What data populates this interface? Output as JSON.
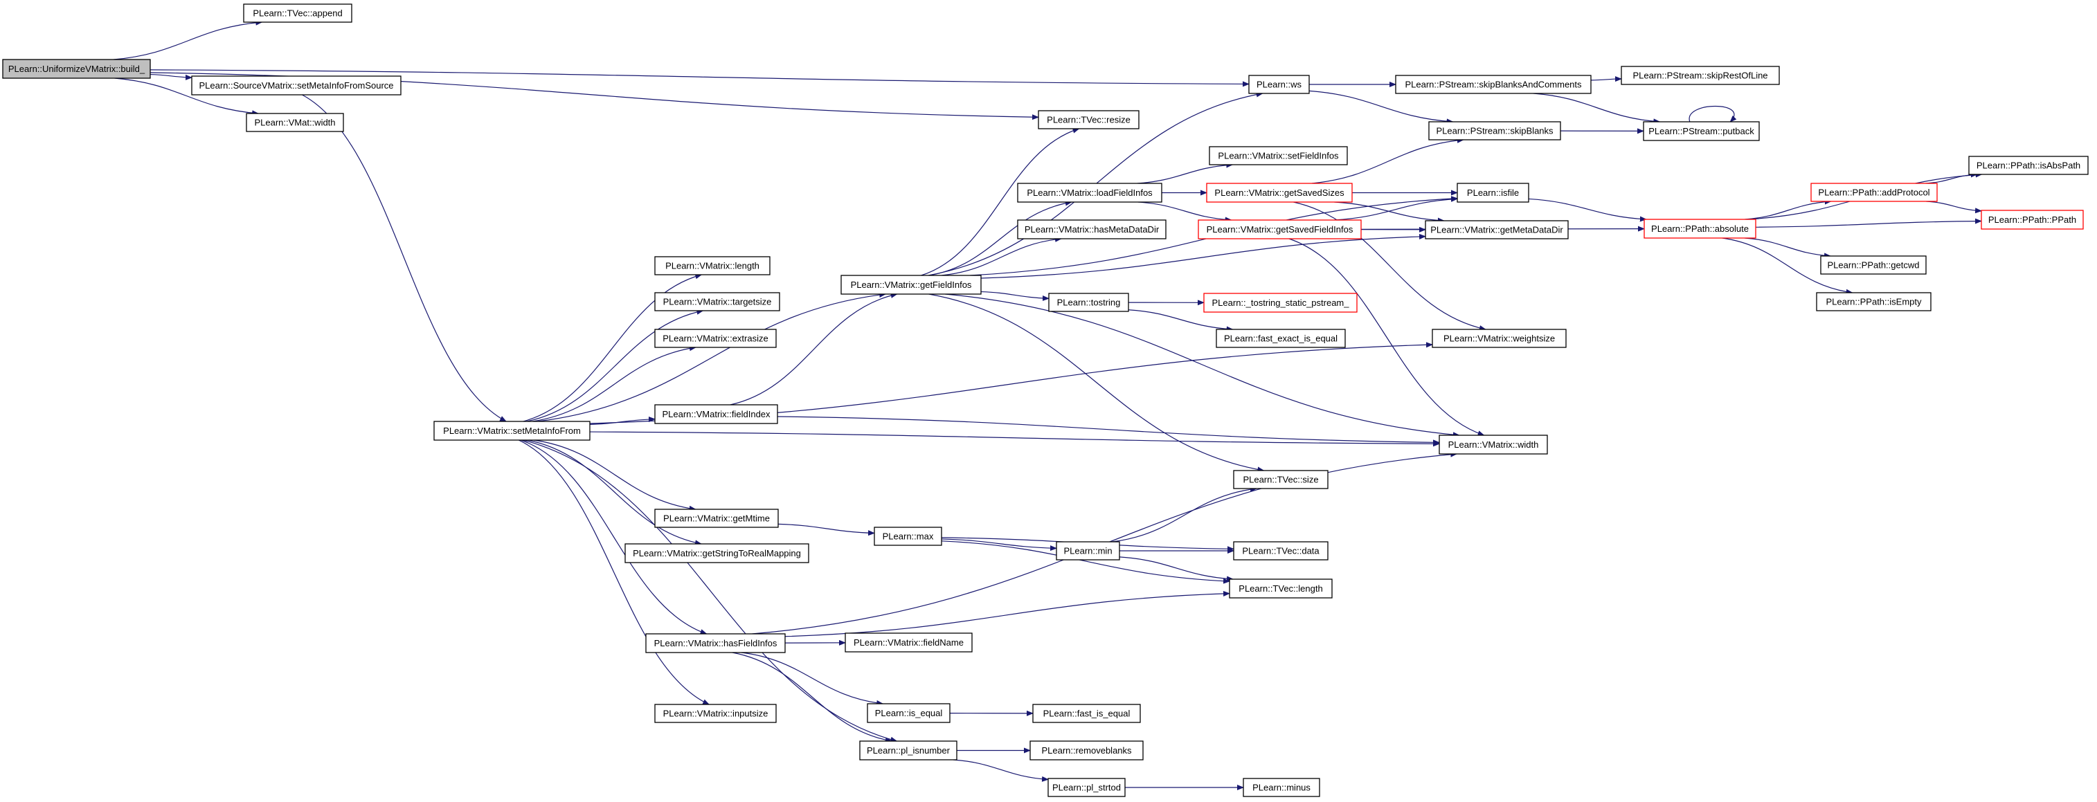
{
  "diagram": {
    "title": "",
    "edge_color": "#191970",
    "root_fill": "#bfbfbf",
    "normal_border": "#000000",
    "truncated_border": "#ff0000",
    "nodes": [
      {
        "id": "build",
        "label": "PLearn::UniformizeVMatrix::build_",
        "style": "root"
      },
      {
        "id": "tvec_append",
        "label": "PLearn::TVec::append",
        "style": "normal"
      },
      {
        "id": "smi_source",
        "label": "PLearn::SourceVMatrix::setMetaInfoFromSource",
        "style": "normal"
      },
      {
        "id": "vmat_width",
        "label": "PLearn::VMat::width",
        "style": "normal"
      },
      {
        "id": "smi_from",
        "label": "PLearn::VMatrix::setMetaInfoFrom",
        "style": "normal"
      },
      {
        "id": "vm_length",
        "label": "PLearn::VMatrix::length",
        "style": "normal"
      },
      {
        "id": "vm_targetsize",
        "label": "PLearn::VMatrix::targetsize",
        "style": "normal"
      },
      {
        "id": "vm_extrasize",
        "label": "PLearn::VMatrix::extrasize",
        "style": "normal"
      },
      {
        "id": "vm_fieldindex",
        "label": "PLearn::VMatrix::fieldIndex",
        "style": "normal"
      },
      {
        "id": "vm_getmtime",
        "label": "PLearn::VMatrix::getMtime",
        "style": "normal"
      },
      {
        "id": "vm_getstrmap",
        "label": "PLearn::VMatrix::getStringToRealMapping",
        "style": "normal"
      },
      {
        "id": "vm_hasfieldinfos",
        "label": "PLearn::VMatrix::hasFieldInfos",
        "style": "normal"
      },
      {
        "id": "vm_inputsize",
        "label": "PLearn::VMatrix::inputsize",
        "style": "normal"
      },
      {
        "id": "vm_getfieldinfos",
        "label": "PLearn::VMatrix::getFieldInfos",
        "style": "normal"
      },
      {
        "id": "tvec_resize",
        "label": "PLearn::TVec::resize",
        "style": "normal"
      },
      {
        "id": "ws",
        "label": "PLearn::ws",
        "style": "normal"
      },
      {
        "id": "vm_loadfieldinfos",
        "label": "PLearn::VMatrix::loadFieldInfos",
        "style": "normal"
      },
      {
        "id": "vm_hasmetadatadir",
        "label": "PLearn::VMatrix::hasMetaDataDir",
        "style": "normal"
      },
      {
        "id": "tostring",
        "label": "PLearn::tostring",
        "style": "normal"
      },
      {
        "id": "vm_setfieldinfos",
        "label": "PLearn::VMatrix::setFieldInfos",
        "style": "normal"
      },
      {
        "id": "vm_getsavedsizes",
        "label": "PLearn::VMatrix::getSavedSizes",
        "style": "truncated"
      },
      {
        "id": "vm_getsavedfieldinfos",
        "label": "PLearn::VMatrix::getSavedFieldInfos",
        "style": "truncated"
      },
      {
        "id": "tostring_static",
        "label": "PLearn::_tostring_static_pstream_",
        "style": "truncated"
      },
      {
        "id": "fast_exact_is_equal",
        "label": "PLearn::fast_exact_is_equal",
        "style": "normal"
      },
      {
        "id": "ps_skipblanksandcomments",
        "label": "PLearn::PStream::skipBlanksAndComments",
        "style": "normal"
      },
      {
        "id": "ps_skipblanks",
        "label": "PLearn::PStream::skipBlanks",
        "style": "normal"
      },
      {
        "id": "isfile",
        "label": "PLearn::isfile",
        "style": "normal"
      },
      {
        "id": "vm_getmetadatadir",
        "label": "PLearn::VMatrix::getMetaDataDir",
        "style": "normal"
      },
      {
        "id": "vm_weightsize",
        "label": "PLearn::VMatrix::weightsize",
        "style": "normal"
      },
      {
        "id": "vm_width",
        "label": "PLearn::VMatrix::width",
        "style": "normal"
      },
      {
        "id": "tvec_size",
        "label": "PLearn::TVec::size",
        "style": "normal"
      },
      {
        "id": "max",
        "label": "PLearn::max",
        "style": "normal"
      },
      {
        "id": "min",
        "label": "PLearn::min",
        "style": "normal"
      },
      {
        "id": "tvec_data",
        "label": "PLearn::TVec::data",
        "style": "normal"
      },
      {
        "id": "tvec_length",
        "label": "PLearn::TVec::length",
        "style": "normal"
      },
      {
        "id": "vm_fieldname",
        "label": "PLearn::VMatrix::fieldName",
        "style": "normal"
      },
      {
        "id": "is_equal",
        "label": "PLearn::is_equal",
        "style": "normal"
      },
      {
        "id": "fast_is_equal",
        "label": "PLearn::fast_is_equal",
        "style": "normal"
      },
      {
        "id": "pl_isnumber",
        "label": "PLearn::pl_isnumber",
        "style": "normal"
      },
      {
        "id": "removeblanks",
        "label": "PLearn::removeblanks",
        "style": "normal"
      },
      {
        "id": "pl_strtod",
        "label": "PLearn::pl_strtod",
        "style": "normal"
      },
      {
        "id": "minus",
        "label": "PLearn::minus",
        "style": "normal"
      },
      {
        "id": "ps_skiprestofline",
        "label": "PLearn::PStream::skipRestOfLine",
        "style": "normal"
      },
      {
        "id": "ps_putback",
        "label": "PLearn::PStream::putback",
        "style": "normal"
      },
      {
        "id": "pp_absolute",
        "label": "PLearn::PPath::absolute",
        "style": "truncated"
      },
      {
        "id": "pp_addprotocol",
        "label": "PLearn::PPath::addProtocol",
        "style": "truncated"
      },
      {
        "id": "pp_isabspath",
        "label": "PLearn::PPath::isAbsPath",
        "style": "normal"
      },
      {
        "id": "pp_ppath",
        "label": "PLearn::PPath::PPath",
        "style": "truncated"
      },
      {
        "id": "pp_getcwd",
        "label": "PLearn::PPath::getcwd",
        "style": "normal"
      },
      {
        "id": "pp_isempty",
        "label": "PLearn::PPath::isEmpty",
        "style": "normal"
      }
    ],
    "edges": [
      [
        "build",
        "tvec_append"
      ],
      [
        "build",
        "smi_source"
      ],
      [
        "build",
        "vmat_width"
      ],
      [
        "build",
        "tvec_resize"
      ],
      [
        "build",
        "ws"
      ],
      [
        "smi_source",
        "smi_from"
      ],
      [
        "smi_from",
        "vm_length"
      ],
      [
        "smi_from",
        "vm_targetsize"
      ],
      [
        "smi_from",
        "vm_extrasize"
      ],
      [
        "smi_from",
        "vm_fieldindex"
      ],
      [
        "smi_from",
        "vm_getfieldinfos"
      ],
      [
        "smi_from",
        "vm_getmtime"
      ],
      [
        "smi_from",
        "vm_getstrmap"
      ],
      [
        "smi_from",
        "vm_hasfieldinfos"
      ],
      [
        "smi_from",
        "vm_inputsize"
      ],
      [
        "smi_from",
        "vm_weightsize"
      ],
      [
        "smi_from",
        "vm_width"
      ],
      [
        "smi_from",
        "pl_isnumber"
      ],
      [
        "vm_fieldindex",
        "vm_getfieldinfos"
      ],
      [
        "vm_fieldindex",
        "vm_width"
      ],
      [
        "vm_getfieldinfos",
        "tvec_resize"
      ],
      [
        "vm_getfieldinfos",
        "ws"
      ],
      [
        "vm_getfieldinfos",
        "vm_loadfieldinfos"
      ],
      [
        "vm_getfieldinfos",
        "vm_hasmetadatadir"
      ],
      [
        "vm_getfieldinfos",
        "tostring"
      ],
      [
        "vm_getfieldinfos",
        "isfile"
      ],
      [
        "vm_getfieldinfos",
        "vm_getmetadatadir"
      ],
      [
        "vm_getfieldinfos",
        "tvec_size"
      ],
      [
        "vm_getfieldinfos",
        "vm_width"
      ],
      [
        "vm_loadfieldinfos",
        "vm_setfieldinfos"
      ],
      [
        "vm_loadfieldinfos",
        "vm_getsavedsizes"
      ],
      [
        "vm_loadfieldinfos",
        "vm_getsavedfieldinfos"
      ],
      [
        "vm_getsavedsizes",
        "ps_skipblanks"
      ],
      [
        "vm_getsavedsizes",
        "isfile"
      ],
      [
        "vm_getsavedsizes",
        "vm_getmetadatadir"
      ],
      [
        "vm_getsavedsizes",
        "vm_weightsize"
      ],
      [
        "vm_getsavedfieldinfos",
        "isfile"
      ],
      [
        "vm_getsavedfieldinfos",
        "vm_getmetadatadir"
      ],
      [
        "vm_getsavedfieldinfos",
        "pp_absolute"
      ],
      [
        "vm_getsavedfieldinfos",
        "vm_width"
      ],
      [
        "tostring",
        "tostring_static"
      ],
      [
        "tostring",
        "fast_exact_is_equal"
      ],
      [
        "ws",
        "ps_skipblanksandcomments"
      ],
      [
        "ws",
        "ps_skipblanks"
      ],
      [
        "ps_skipblanksandcomments",
        "ps_skiprestofline"
      ],
      [
        "ps_skipblanksandcomments",
        "ps_putback"
      ],
      [
        "ps_skipblanks",
        "ps_putback"
      ],
      [
        "ps_putback",
        "ps_putback"
      ],
      [
        "isfile",
        "pp_absolute"
      ],
      [
        "pp_absolute",
        "pp_isabspath"
      ],
      [
        "pp_absolute",
        "pp_addprotocol"
      ],
      [
        "pp_absolute",
        "pp_ppath"
      ],
      [
        "pp_absolute",
        "pp_getcwd"
      ],
      [
        "pp_absolute",
        "pp_isempty"
      ],
      [
        "pp_addprotocol",
        "pp_isabspath"
      ],
      [
        "pp_addprotocol",
        "pp_ppath"
      ],
      [
        "vm_getmtime",
        "max"
      ],
      [
        "max",
        "min"
      ],
      [
        "max",
        "tvec_data"
      ],
      [
        "max",
        "tvec_length"
      ],
      [
        "min",
        "tvec_size"
      ],
      [
        "min",
        "tvec_data"
      ],
      [
        "min",
        "tvec_length"
      ],
      [
        "vm_hasfieldinfos",
        "vm_fieldname"
      ],
      [
        "vm_hasfieldinfos",
        "is_equal"
      ],
      [
        "vm_hasfieldinfos",
        "pl_isnumber"
      ],
      [
        "vm_hasfieldinfos",
        "tvec_length"
      ],
      [
        "vm_hasfieldinfos",
        "vm_width"
      ],
      [
        "is_equal",
        "fast_is_equal"
      ],
      [
        "pl_isnumber",
        "removeblanks"
      ],
      [
        "pl_isnumber",
        "pl_strtod"
      ],
      [
        "pl_strtod",
        "minus"
      ]
    ]
  }
}
